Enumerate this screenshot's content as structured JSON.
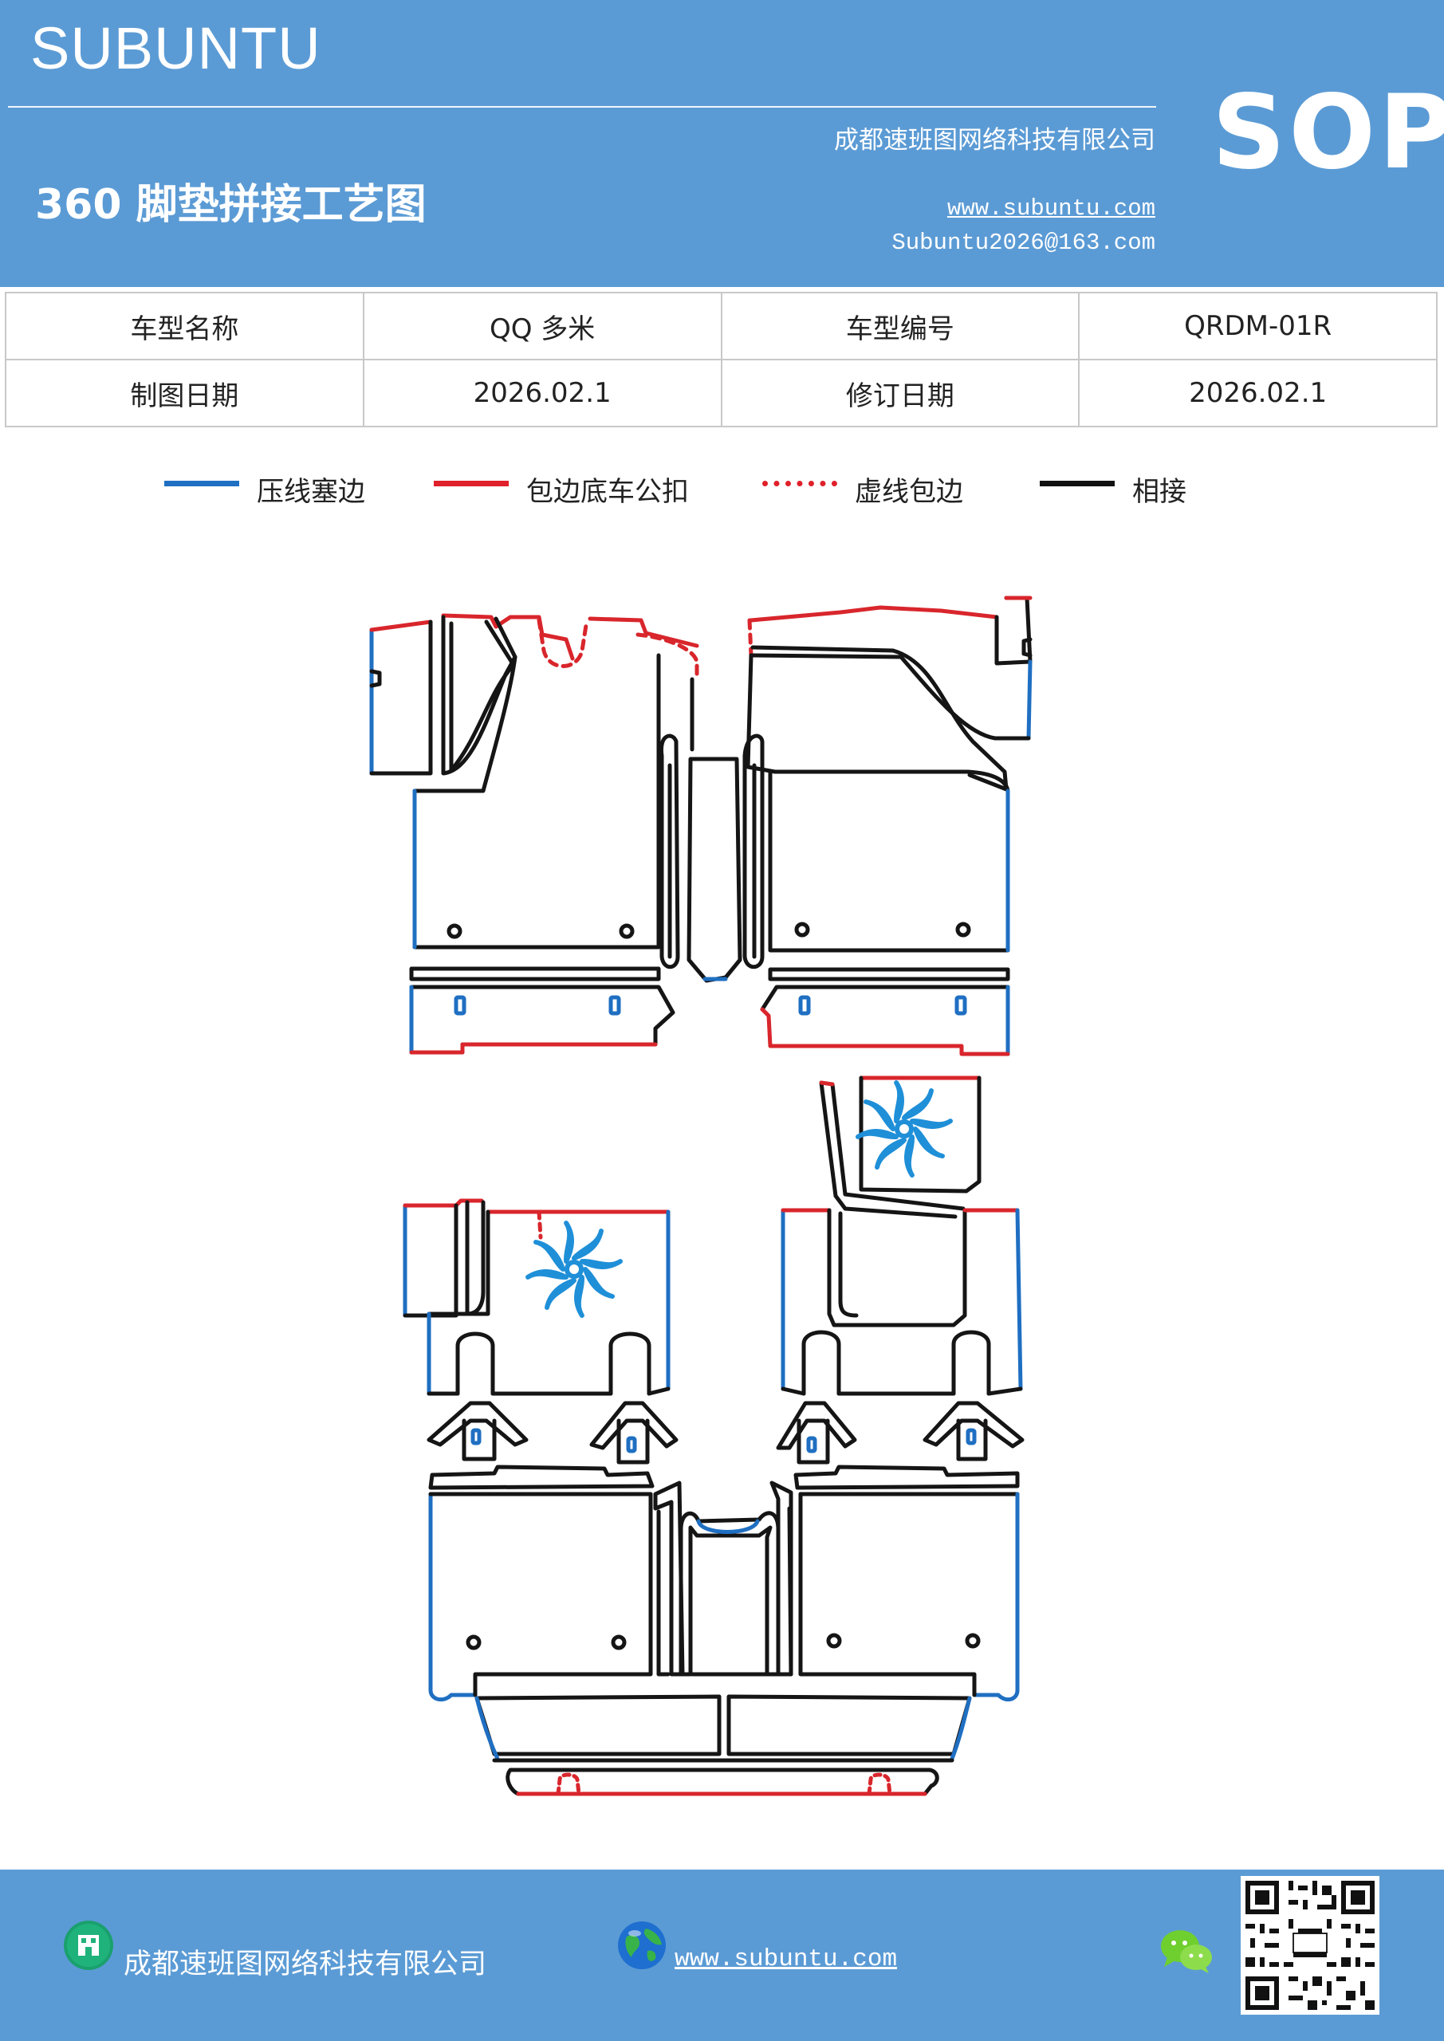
{
  "header": {
    "brand": "SUBUNTU",
    "doc_type": "SOP",
    "title": "360 脚垫拼接工艺图",
    "company": "成都速班图网络科技有限公司",
    "website": "www.subuntu.com",
    "email": "Subuntu2026@163.com"
  },
  "info_table": {
    "model_name_label": "车型名称",
    "model_name_value": "QQ 多米",
    "model_code_label": "车型编号",
    "model_code_value": "QRDM-01R",
    "draw_date_label": "制图日期",
    "draw_date_value": "2026.02.1",
    "revise_date_label": "修订日期",
    "revise_date_value": "2026.02.1"
  },
  "legend": [
    {
      "label": "压线塞边",
      "color": "#1f6fc2",
      "style": "solid"
    },
    {
      "label": "包边底车公扣",
      "color": "#e0202a",
      "style": "solid"
    },
    {
      "label": "虚线包边",
      "color": "#e0202a",
      "style": "dotted"
    },
    {
      "label": "相接",
      "color": "#111111",
      "style": "solid"
    }
  ],
  "colors": {
    "brand_blue": "#5b9bd5",
    "press_line": "#1f6fc2",
    "edge_red": "#d8262c",
    "join_black": "#151515"
  },
  "icons": [
    "company-building-icon",
    "globe-icon",
    "wechat-icon",
    "qr-code-icon"
  ],
  "footer": {
    "company": "成都速班图网络科技有限公司",
    "website": "www.subuntu.com "
  }
}
